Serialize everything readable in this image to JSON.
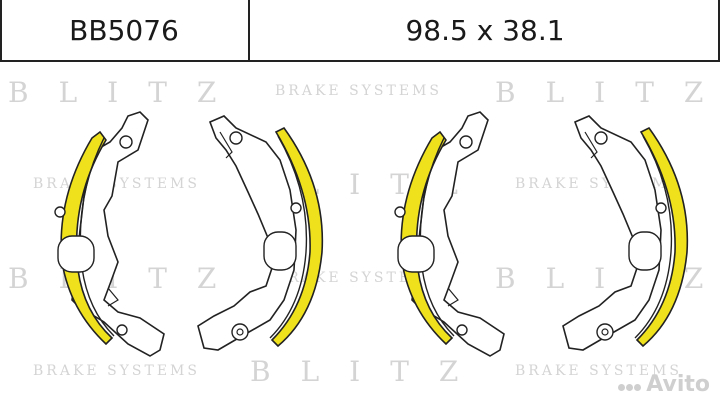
{
  "header": {
    "part_number": "BB5076",
    "dimensions": "98.5 x 38.1"
  },
  "watermarks": {
    "brand": "BLITZ",
    "tagline": "BRAKE SYSTEMS"
  },
  "overlay": {
    "avito": "Avito"
  },
  "colors": {
    "lining": "#efe21d",
    "outline": "#222222",
    "watermark": "#d4d4d4"
  }
}
